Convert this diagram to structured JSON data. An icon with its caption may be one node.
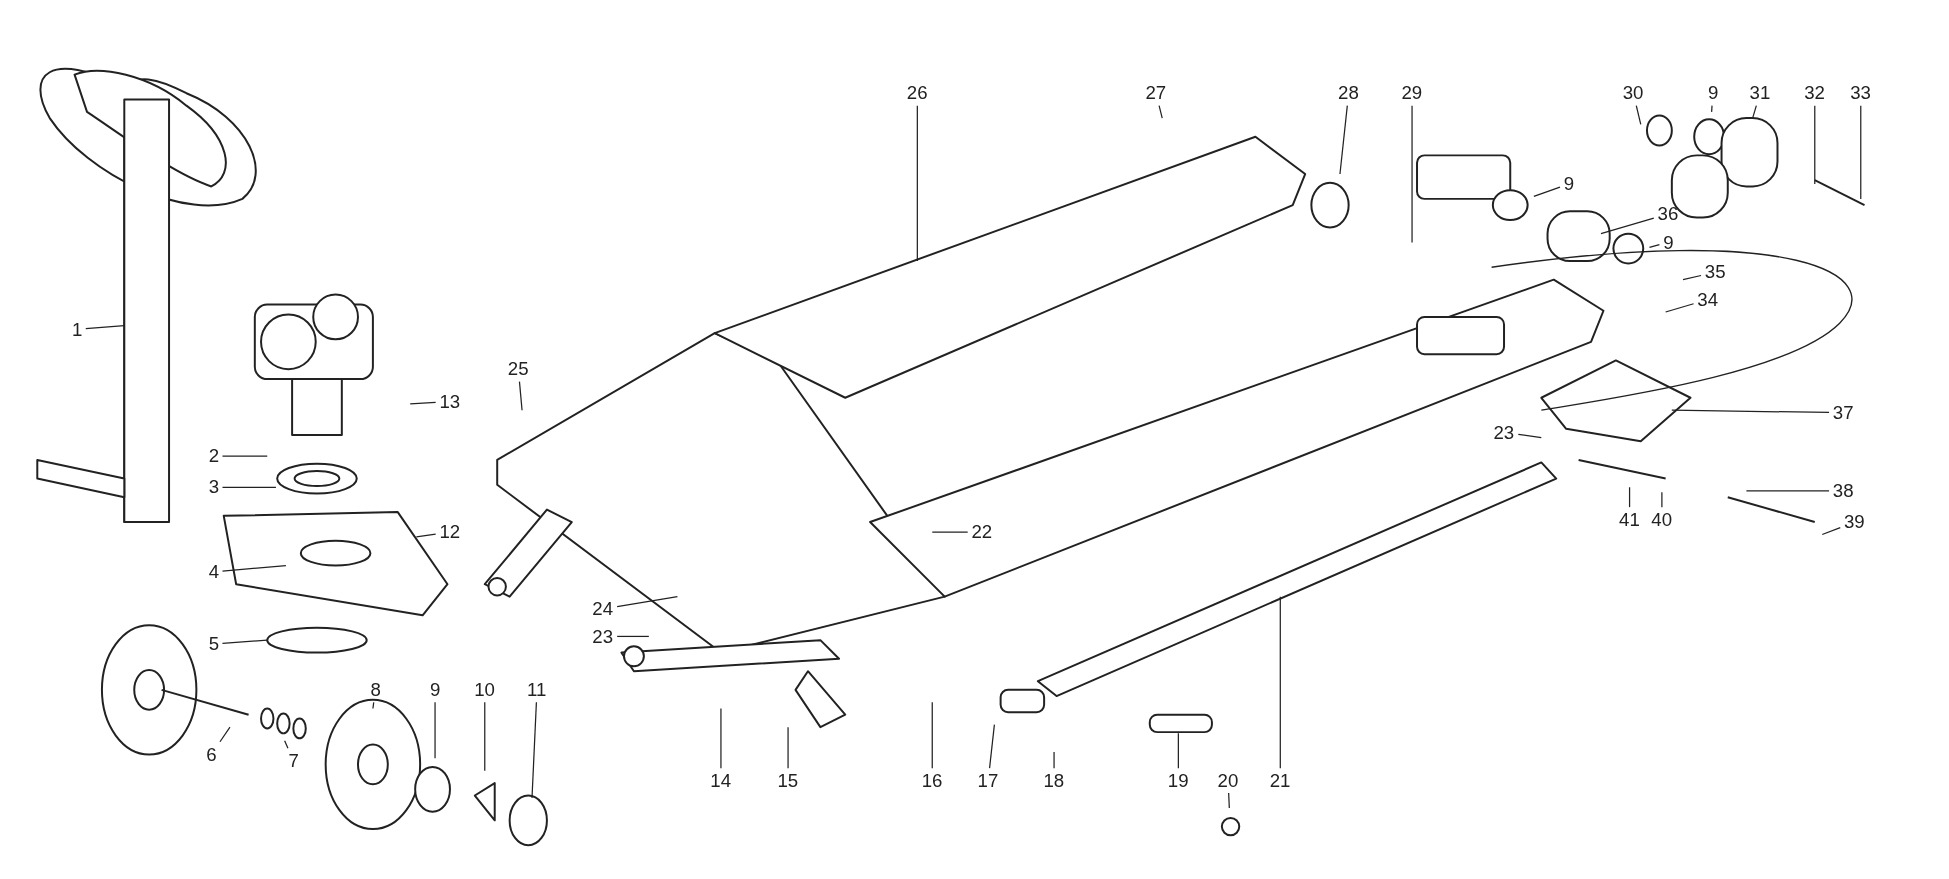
{
  "diagram": {
    "nodes": [
      {
        "text": [
          "1"
        ]
      },
      {
        "text": [
          "2"
        ]
      },
      {
        "text": [
          "3"
        ]
      },
      {
        "text": [
          "4"
        ]
      },
      {
        "text": [
          "5"
        ]
      },
      {
        "text": [
          "6"
        ]
      },
      {
        "text": [
          "7"
        ]
      },
      {
        "text": [
          "8"
        ]
      },
      {
        "text": [
          "9"
        ]
      },
      {
        "text": [
          "10"
        ]
      },
      {
        "text": [
          "11"
        ]
      },
      {
        "text": [
          "12"
        ]
      },
      {
        "text": [
          "13"
        ]
      },
      {
        "text": [
          "14"
        ]
      },
      {
        "text": [
          "15"
        ]
      },
      {
        "text": [
          "16"
        ]
      },
      {
        "text": [
          "17"
        ]
      },
      {
        "text": [
          "18"
        ]
      },
      {
        "text": [
          "19"
        ]
      },
      {
        "text": [
          "20"
        ]
      },
      {
        "text": [
          "21"
        ]
      },
      {
        "text": [
          "22"
        ]
      },
      {
        "text": [
          "23"
        ]
      },
      {
        "text": [
          "24"
        ]
      },
      {
        "text": [
          "25"
        ]
      },
      {
        "text": [
          "26"
        ]
      },
      {
        "text": [
          "27"
        ]
      },
      {
        "text": [
          "28"
        ]
      },
      {
        "text": [
          "29"
        ]
      },
      {
        "text": [
          "30"
        ]
      },
      {
        "text": [
          "9"
        ]
      },
      {
        "text": [
          "31"
        ]
      },
      {
        "text": [
          "32"
        ]
      },
      {
        "text": [
          "33"
        ]
      },
      {
        "text": [
          "9"
        ]
      },
      {
        "text": [
          "36"
        ]
      },
      {
        "text": [
          "9"
        ]
      },
      {
        "text": [
          "35"
        ]
      },
      {
        "text": [
          "34"
        ]
      },
      {
        "text": [
          "37"
        ]
      },
      {
        "text": [
          "23"
        ]
      },
      {
        "text": [
          "41"
        ]
      },
      {
        "text": [
          "40"
        ]
      },
      {
        "text": [
          "38"
        ]
      },
      {
        "text": [
          "39"
        ]
      }
    ],
    "edges": [
      {
        "from": 0,
        "to": null,
        "arrow": "none"
      },
      {
        "from": 1,
        "to": null,
        "arrow": "none"
      },
      {
        "from": 2,
        "to": null,
        "arrow": "none"
      },
      {
        "from": 3,
        "to": null,
        "arrow": "none"
      },
      {
        "from": 4,
        "to": null,
        "arrow": "none"
      },
      {
        "from": 5,
        "to": null,
        "arrow": "none"
      },
      {
        "from": 6,
        "to": null,
        "arrow": "none"
      },
      {
        "from": 7,
        "to": null,
        "arrow": "none"
      },
      {
        "from": 8,
        "to": null,
        "arrow": "none"
      },
      {
        "from": 9,
        "to": null,
        "arrow": "none"
      },
      {
        "from": 10,
        "to": null,
        "arrow": "none"
      },
      {
        "from": 11,
        "to": null,
        "arrow": "none"
      },
      {
        "from": 12,
        "to": null,
        "arrow": "none"
      },
      {
        "from": 13,
        "to": null,
        "arrow": "none"
      },
      {
        "from": 14,
        "to": null,
        "arrow": "none"
      },
      {
        "from": 15,
        "to": null,
        "arrow": "none"
      },
      {
        "from": 16,
        "to": null,
        "arrow": "none"
      },
      {
        "from": 17,
        "to": null,
        "arrow": "none"
      },
      {
        "from": 18,
        "to": null,
        "arrow": "none"
      },
      {
        "from": 19,
        "to": null,
        "arrow": "none"
      },
      {
        "from": 20,
        "to": null,
        "arrow": "none"
      },
      {
        "from": 21,
        "to": null,
        "arrow": "none"
      },
      {
        "from": 22,
        "to": null,
        "arrow": "none"
      },
      {
        "from": 23,
        "to": null,
        "arrow": "none"
      },
      {
        "from": 24,
        "to": null,
        "arrow": "none"
      },
      {
        "from": 25,
        "to": null,
        "arrow": "none"
      },
      {
        "from": 26,
        "to": null,
        "arrow": "none"
      },
      {
        "from": 27,
        "to": null,
        "arrow": "none"
      },
      {
        "from": 28,
        "to": null,
        "arrow": "none"
      },
      {
        "from": 29,
        "to": null,
        "arrow": "none"
      },
      {
        "from": 30,
        "to": null,
        "arrow": "none"
      },
      {
        "from": 31,
        "to": null,
        "arrow": "none"
      },
      {
        "from": 32,
        "to": null,
        "arrow": "none"
      },
      {
        "from": 33,
        "to": null,
        "arrow": "none"
      },
      {
        "from": 34,
        "to": null,
        "arrow": "none"
      },
      {
        "from": 35,
        "to": null,
        "arrow": "none"
      },
      {
        "from": 36,
        "to": null,
        "arrow": "none"
      },
      {
        "from": 37,
        "to": null,
        "arrow": "none"
      },
      {
        "from": 38,
        "to": null,
        "arrow": "none"
      },
      {
        "from": 39,
        "to": null,
        "arrow": "none"
      },
      {
        "from": 40,
        "to": null,
        "arrow": "none"
      },
      {
        "from": 41,
        "to": null,
        "arrow": "none"
      },
      {
        "from": 42,
        "to": null,
        "arrow": "none"
      },
      {
        "from": 43,
        "to": null,
        "arrow": "none"
      },
      {
        "from": 44,
        "to": null,
        "arrow": "none"
      }
    ]
  }
}
